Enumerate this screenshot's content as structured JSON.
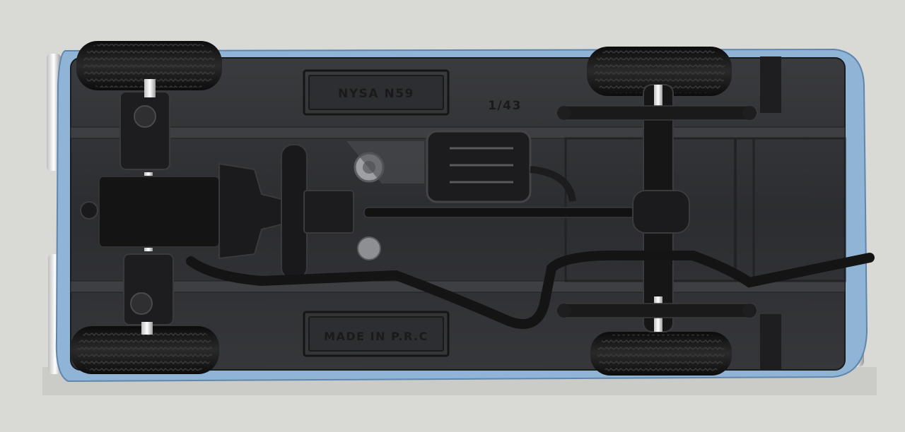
{
  "photo": {
    "plate_top": "NYSA N59",
    "scale_mark": "1/43",
    "plate_bottom": "MADE IN P.R.C",
    "colors": {
      "background": "#d9d9d6",
      "body_blue": "#8fb4d6",
      "chassis": "#2b2c2e",
      "tire": "#151515",
      "chrome": "#e8e8e8"
    }
  }
}
